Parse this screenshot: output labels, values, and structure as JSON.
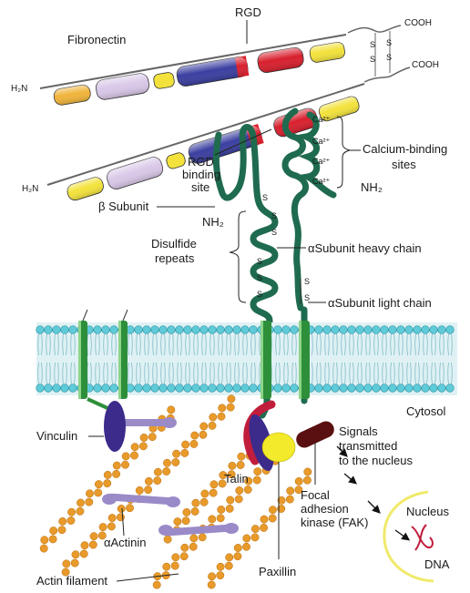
{
  "labels": {
    "fibronectin": "Fibronectin",
    "rgd_top": "RGD",
    "cooh_1": "COOH",
    "cooh_2": "COOH",
    "h2n_1": "H₂N",
    "h2n_2": "H₂N",
    "rgd_binding_line1": "RGD",
    "rgd_binding_line2": "binding",
    "rgd_binding_line3": "site",
    "calcium_line1": "Calcium-binding",
    "calcium_line2": "sites",
    "ca_1": "Ca²⁺",
    "ca_2": "Ca²⁺",
    "ca_3": "Ca²⁺",
    "ca_4": "Ca²⁺",
    "nh2_alpha": "NH₂",
    "nh2_beta": "NH₂",
    "beta_subunit": "β Subunit",
    "disulfide_line1": "Disulfide",
    "disulfide_line2": "repeats",
    "alpha_heavy": "αSubunit heavy chain",
    "alpha_light": "αSubunit light chain",
    "cytosol": "Cytosol",
    "vinculin": "Vinculin",
    "talin": "Talin",
    "signals_line1": "Signals",
    "signals_line2": "transmitted",
    "signals_line3": "to the nucleus",
    "focal_line1": "Focal",
    "focal_line2": "adhesion",
    "focal_line3": "kinase (FAK)",
    "nucleus": "Nucleus",
    "dna": "DNA",
    "alpha_actinin": "αActinin",
    "paxillin": "Paxillin",
    "actin_filament": "Actin filament",
    "s": "S"
  },
  "colors": {
    "integrin": "#1f6b4f",
    "membrane_head": "#5fcbd8",
    "membrane_tail": "#e8f4f6",
    "actin": "#e89a2a",
    "vinculin": "#3d2b8c",
    "talin": "#c01e3c",
    "paxillin": "#f2ea2a",
    "fak": "#5a1010",
    "actinin": "#9a8ac8",
    "nucleus": "#f0ea6a",
    "dna": "#c01e3c",
    "domain_yellow": "#f3e23c",
    "domain_orange": "#f0b43a",
    "domain_lilac": "#d9c8e8",
    "domain_blue": "#3b3fa0",
    "domain_red": "#d8202e"
  }
}
